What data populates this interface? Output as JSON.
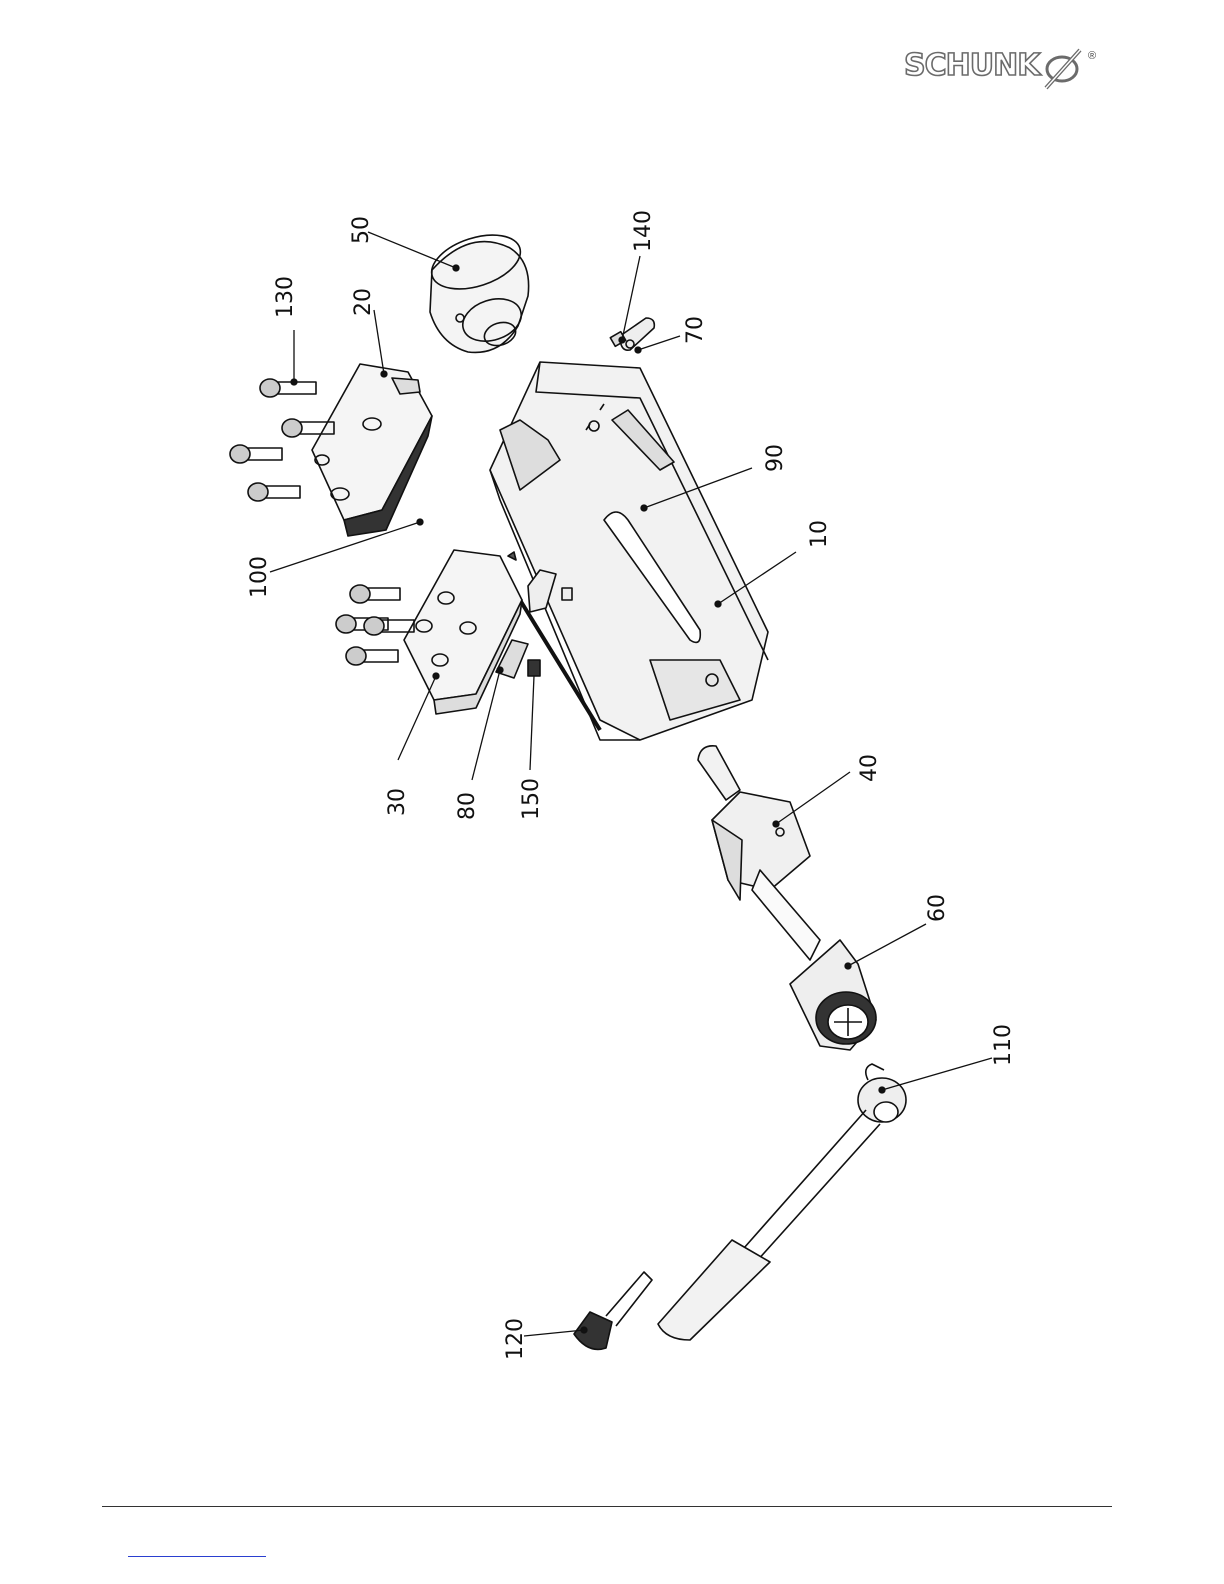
{
  "header": {
    "logo_text": "SCHUNK",
    "logo_registered": "®"
  },
  "diagram": {
    "callouts": {
      "c10": "10",
      "c20": "20",
      "c30": "30",
      "c40": "40",
      "c50": "50",
      "c60": "60",
      "c70": "70",
      "c80": "80",
      "c90": "90",
      "c100": "100",
      "c110": "110",
      "c120": "120",
      "c130": "130",
      "c140": "140",
      "c150": "150"
    }
  },
  "colors": {
    "line": "#111111",
    "rule": "#333333",
    "link": "#2a3fd0",
    "logo": "#6b6b6b"
  }
}
